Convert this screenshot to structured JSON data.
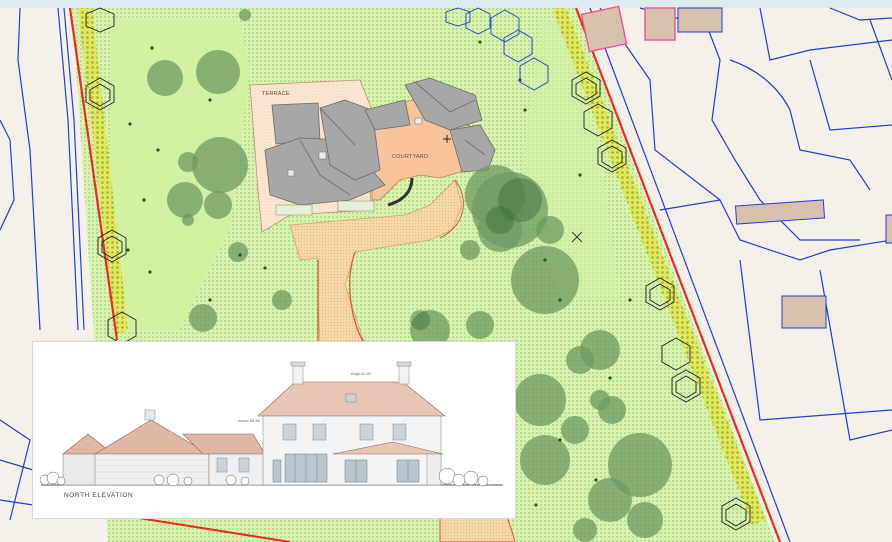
{
  "map": {
    "labels": {
      "terrace": "TERRACE",
      "courtyard": "COURTYARD"
    },
    "colors": {
      "background": "#f4efe9",
      "lawn": "#d6f2a8",
      "boundary_red": "#ee2a1f",
      "boundary_blue": "#1e3fd8",
      "hedge": "#d8e04a",
      "tree_canopy": "#6f9a62",
      "gravel": "#f5c98e",
      "roof": "#a7a7a7",
      "neighbour_building": "#d7c1ad",
      "neighbour_pink": "#f0509c"
    }
  },
  "inset": {
    "caption": "NORTH ELEVATION",
    "annotations": {
      "ridge_high": "ridge 62.00",
      "ridge_low": "eaves 56.50"
    }
  }
}
